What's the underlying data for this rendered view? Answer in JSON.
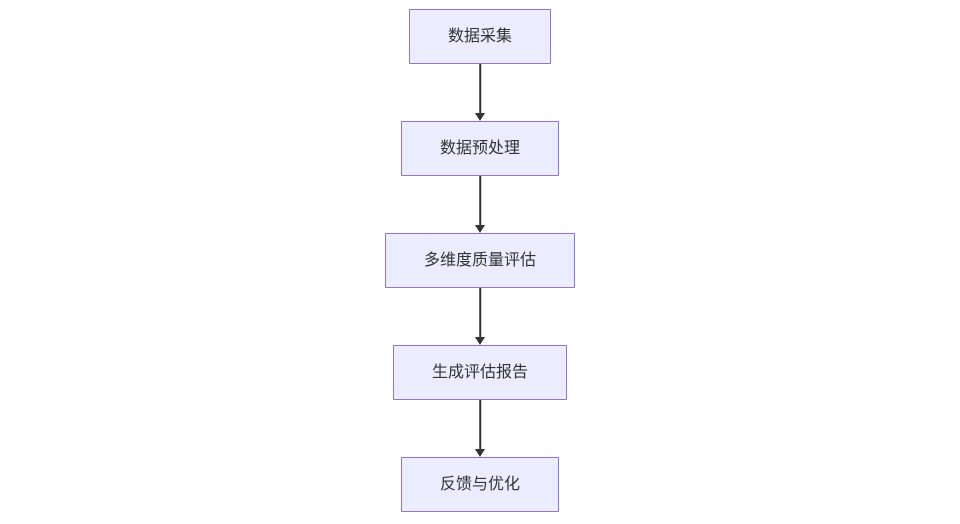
{
  "diagram": {
    "type": "flowchart",
    "direction": "top-down",
    "nodes": [
      {
        "id": "A",
        "label": "数据采集"
      },
      {
        "id": "B",
        "label": "数据预处理"
      },
      {
        "id": "C",
        "label": "多维度质量评估"
      },
      {
        "id": "D",
        "label": "生成评估报告"
      },
      {
        "id": "E",
        "label": "反馈与优化"
      }
    ],
    "edges": [
      {
        "from": "A",
        "to": "B"
      },
      {
        "from": "B",
        "to": "C"
      },
      {
        "from": "C",
        "to": "D"
      },
      {
        "from": "D",
        "to": "E"
      }
    ],
    "colors": {
      "node_fill": "#ececff",
      "node_border": "#9370db",
      "arrow": "#333333",
      "text": "#333333",
      "background": "#ffffff"
    }
  }
}
